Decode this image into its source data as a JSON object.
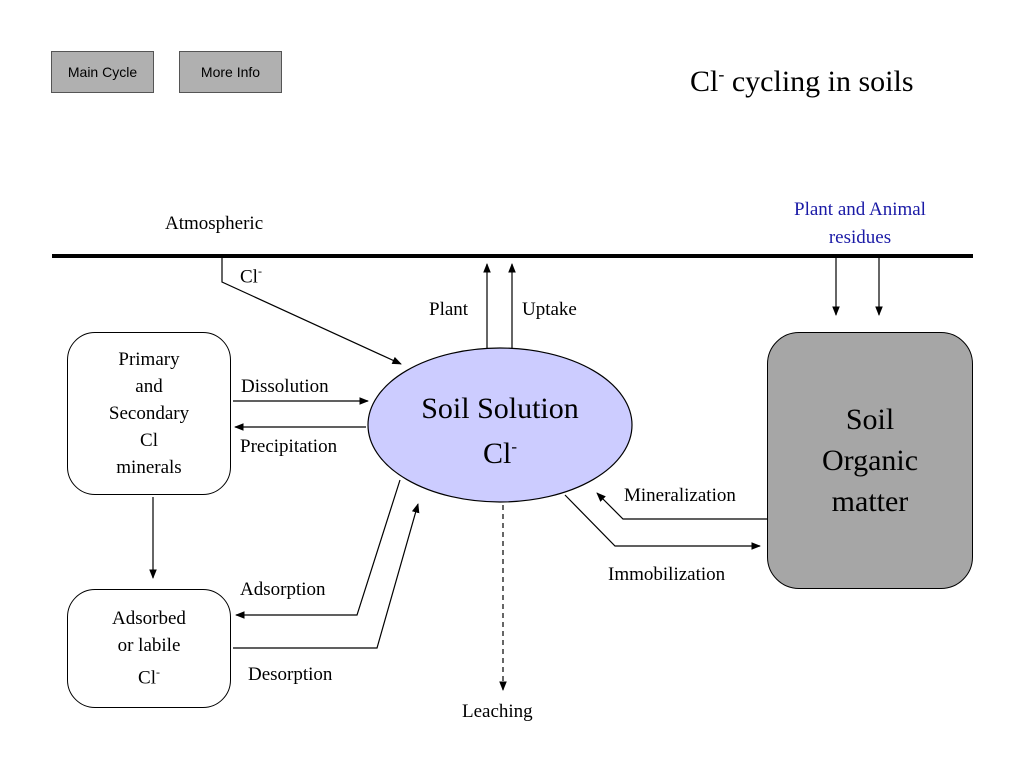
{
  "buttons": {
    "main_cycle": "Main Cycle",
    "more_info": "More Info"
  },
  "title": {
    "prefix": "Cl",
    "sup": "-",
    "rest": " cycling in soils"
  },
  "labels": {
    "atmospheric": "Atmospheric",
    "atm_cl": "Cl",
    "atm_cl_sup": "-",
    "residues_line1": "Plant and Animal",
    "residues_line2": "residues",
    "plant": "Plant",
    "uptake": "Uptake",
    "dissolution": "Dissolution",
    "precipitation": "Precipitation",
    "mineralization": "Mineralization",
    "immobilization": "Immobilization",
    "adsorption": "Adsorption",
    "desorption": "Desorption",
    "leaching": "Leaching"
  },
  "boxes": {
    "minerals": [
      "Primary",
      "and",
      "Secondary",
      "Cl",
      "minerals"
    ],
    "adsorbed": {
      "line1": "Adsorbed",
      "line2": "or labile",
      "line3": "Cl",
      "line3_sup": "-"
    },
    "soil_solution": {
      "line1": "Soil Solution",
      "line2": "Cl",
      "line2_sup": "-"
    },
    "som": [
      "Soil",
      "Organic",
      "matter"
    ]
  },
  "colors": {
    "ellipse_fill": "#ccccff",
    "som_fill": "#a6a6a6",
    "residues_text": "#1a1aa6",
    "button_fill": "#b0b0b0"
  }
}
